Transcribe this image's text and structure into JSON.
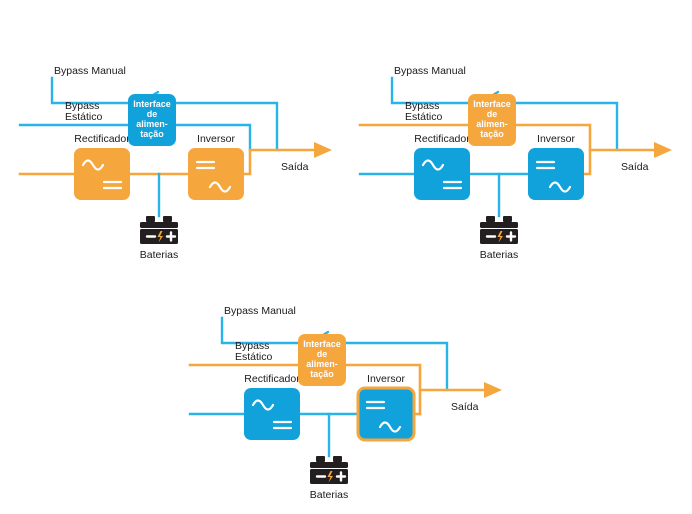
{
  "palette": {
    "orange": "#F5A63C",
    "orange_dark": "#F09A28",
    "blue": "#11A2DB",
    "blue_light": "#29B3E8",
    "battery_body": "#231F20",
    "text": "#1A1A1A",
    "background": "#FFFFFF",
    "white": "#FFFFFF"
  },
  "labels": {
    "bypass_manual": "Bypass Manual",
    "bypass_estatico_line1": "Bypass",
    "bypass_estatico_line2": "Estático",
    "interface_line1": "Interface",
    "interface_line2": "de",
    "interface_line3": "alimen-",
    "interface_line4": "tação",
    "rectificador": "Rectificador",
    "inversor": "Inversor",
    "saida": "Saída",
    "baterias": "Baterias"
  },
  "icons": {
    "ac_wave": "sine-wave-ac-icon",
    "dc_lines": "double-line-dc-icon",
    "battery": "battery-icon",
    "bolt": "lightning-bolt-icon",
    "minus": "minus-icon",
    "plus": "plus-icon",
    "arrow": "arrow-right-icon",
    "switch": "open-switch-icon"
  },
  "diagrams": [
    {
      "id": "diagram-1",
      "name": "normal-operation-mode",
      "rectificador": {
        "fill": "#F5A63C",
        "stroke": "none",
        "top_symbol": "ac",
        "bottom_symbol": "dc"
      },
      "inversor": {
        "fill": "#F5A63C",
        "stroke": "none",
        "top_symbol": "dc",
        "bottom_symbol": "ac"
      },
      "interface": {
        "fill": "#11A2DB"
      },
      "lines": {
        "bypass_manual": "#29B3E8",
        "bypass_estatico": "#29B3E8",
        "input_main": "#F5A63C",
        "rect_to_inv": "#F5A63C",
        "inverter_out": "#F5A63C",
        "output": "#F5A63C",
        "battery": "#29B3E8",
        "interface_left": "#29B3E8",
        "interface_right": "#29B3E8",
        "bypass_drop": "#29B3E8"
      }
    },
    {
      "id": "diagram-2",
      "name": "static-bypass-mode",
      "rectificador": {
        "fill": "#11A2DB",
        "stroke": "none",
        "top_symbol": "ac",
        "bottom_symbol": "dc"
      },
      "inversor": {
        "fill": "#11A2DB",
        "stroke": "none",
        "top_symbol": "dc",
        "bottom_symbol": "ac"
      },
      "interface": {
        "fill": "#F5A63C"
      },
      "lines": {
        "bypass_manual": "#29B3E8",
        "bypass_estatico": "#F5A63C",
        "input_main": "#29B3E8",
        "rect_to_inv": "#29B3E8",
        "inverter_out": "#F5A63C",
        "output": "#F5A63C",
        "battery": "#29B3E8",
        "interface_left": "#F5A63C",
        "interface_right": "#F5A63C",
        "bypass_drop": "#29B3E8"
      }
    },
    {
      "id": "diagram-3",
      "name": "inverter-transfer-mode",
      "rectificador": {
        "fill": "#11A2DB",
        "stroke": "none",
        "top_symbol": "ac",
        "bottom_symbol": "dc"
      },
      "inversor": {
        "fill": "#11A2DB",
        "stroke": "#F5A63C",
        "top_symbol": "dc",
        "bottom_symbol": "ac"
      },
      "interface": {
        "fill": "#F5A63C"
      },
      "lines": {
        "bypass_manual": "#29B3E8",
        "bypass_estatico": "#F5A63C",
        "input_main": "#29B3E8",
        "rect_to_inv": "#29B3E8",
        "inverter_out": "#F5A63C",
        "output": "#F5A63C",
        "battery": "#29B3E8",
        "interface_left": "#F5A63C",
        "interface_right": "#F5A63C",
        "bypass_drop": "#29B3E8"
      }
    }
  ]
}
